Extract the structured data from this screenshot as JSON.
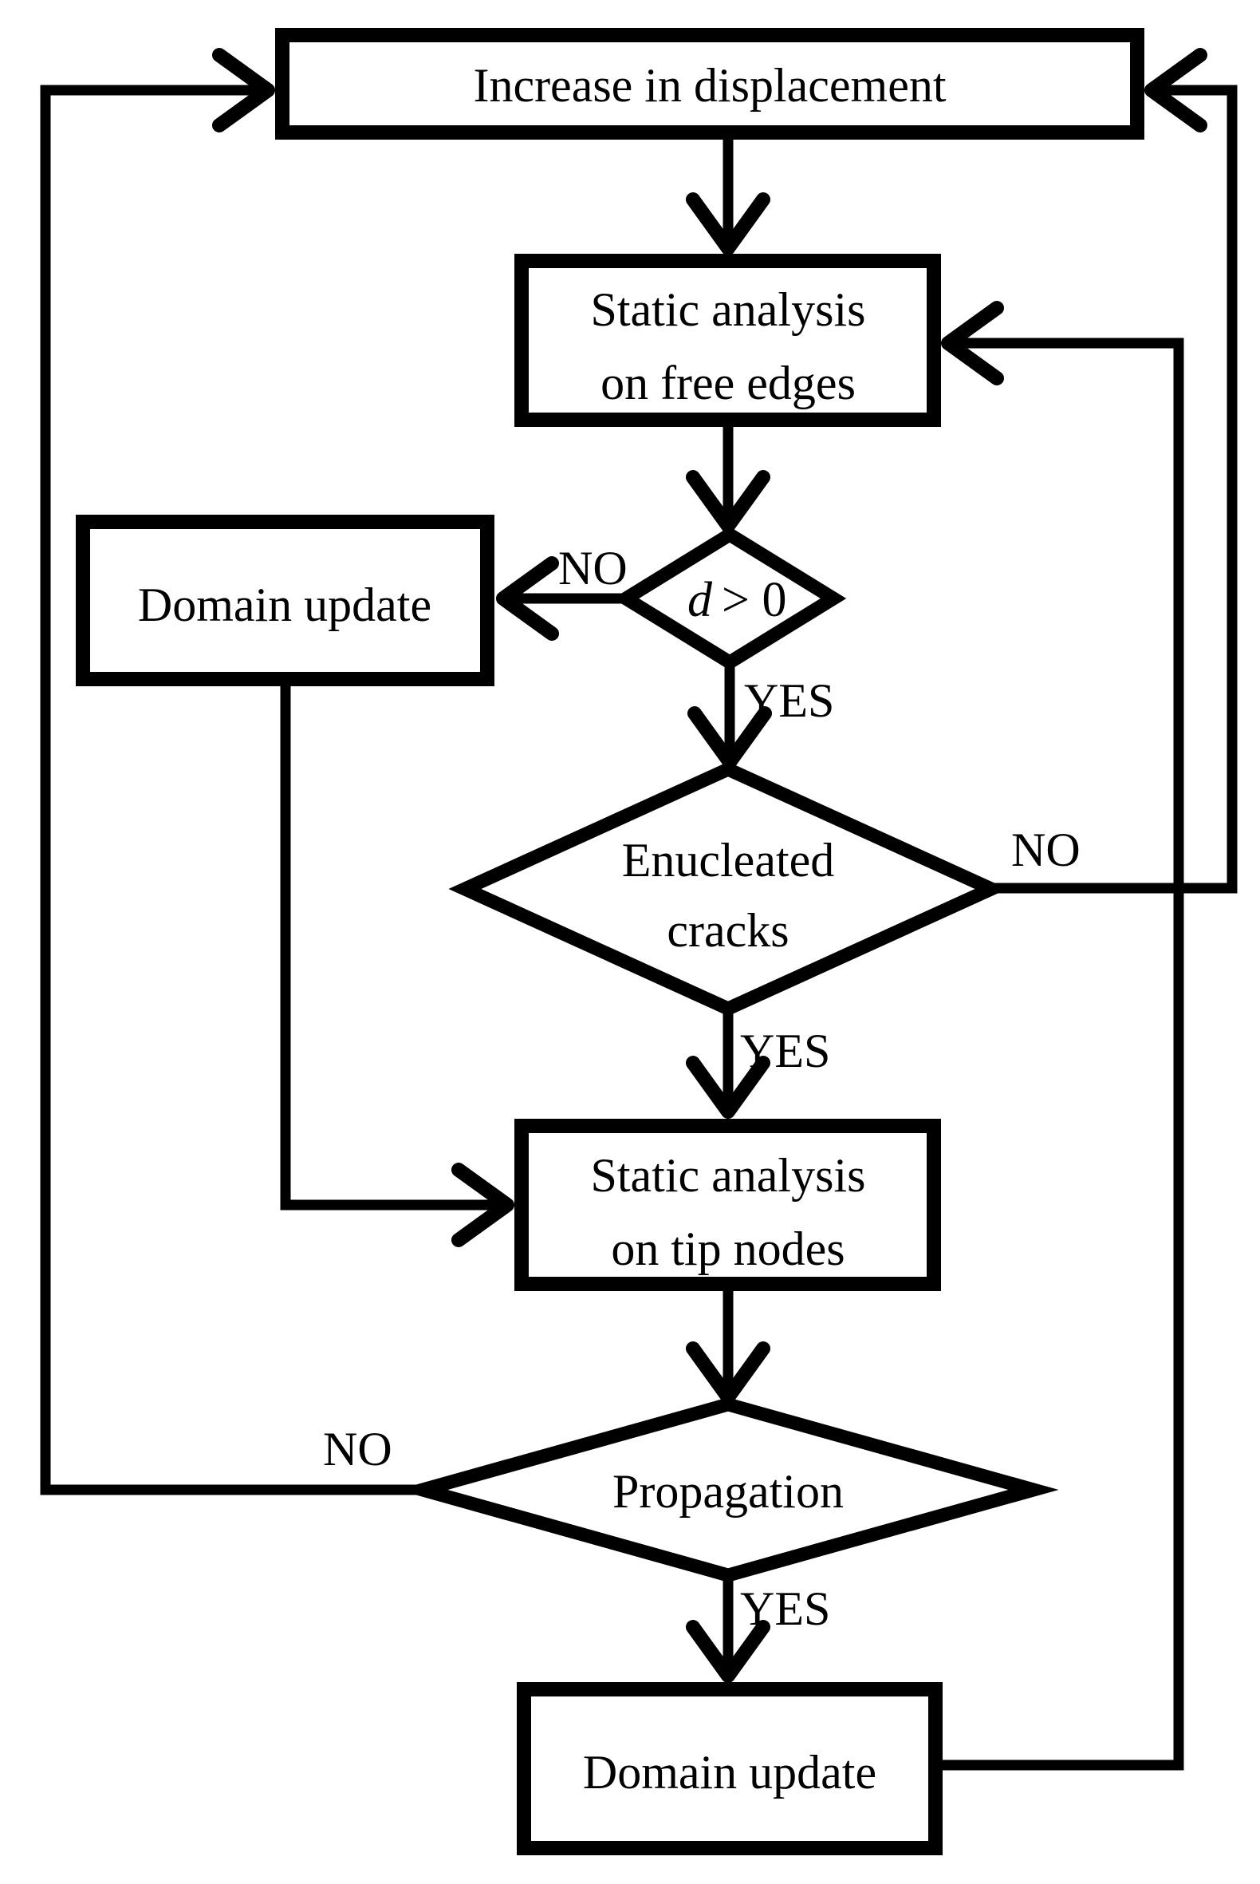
{
  "figure": {
    "colors": {
      "ink": "#000000",
      "paper": "#ffffff"
    },
    "nodes": {
      "increase_displacement": {
        "label": "Increase in displacement"
      },
      "static_free_edges": {
        "line1": "Static analysis",
        "line2": "on free edges"
      },
      "d_condition": {
        "variable": "d",
        "comparison": "> 0"
      },
      "domain_update_left": {
        "label": "Domain update"
      },
      "enucleated_cracks": {
        "line1": "Enucleated",
        "line2": "cracks"
      },
      "static_tip_nodes": {
        "line1": "Static analysis",
        "line2": "on tip nodes"
      },
      "propagation": {
        "label": "Propagation"
      },
      "domain_update_bottom": {
        "label": "Domain update"
      }
    },
    "edge_labels": {
      "d_no": "NO",
      "d_yes": "YES",
      "enucleated_no": "NO",
      "enucleated_yes": "YES",
      "propagation_no": "NO",
      "propagation_yes": "YES"
    }
  }
}
